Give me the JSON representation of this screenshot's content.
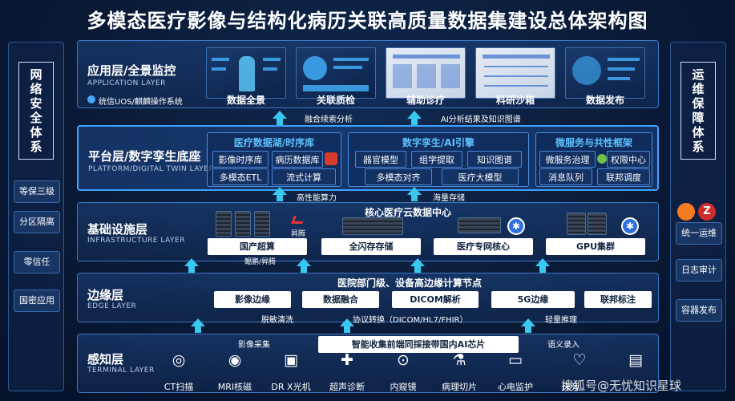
{
  "title": "多模态医疗影像与结构化病历关联高质量数据集建设总体架构图",
  "left_panel": {
    "heading": [
      "网",
      "络",
      "安",
      "全",
      "体",
      "系"
    ],
    "items": [
      "等保三级",
      "分区隔离",
      "零信任",
      "国密应用"
    ]
  },
  "right_panel": {
    "heading": [
      "运",
      "维",
      "保",
      "障",
      "体",
      "系"
    ],
    "items": [
      "统一运维",
      "日志审计",
      "容器发布"
    ]
  },
  "application_layer": {
    "name": "应用层/全景监控",
    "subtitle": "APPLICATION LAYER",
    "os_note": "统信UOS/麒麟操作系统",
    "screens": [
      "数据全景",
      "关联质检",
      "辅助诊疗",
      "科研沙箱",
      "数据发布"
    ]
  },
  "flow_labels": {
    "app_platform_left": "融合续索分析",
    "app_platform_right": "AI分析结果及知识图谱",
    "platform_infra_left": "高性能算力",
    "platform_infra_right": "海量存储",
    "infra_edge_note": "鲲鹏/昇腾",
    "edge_terminal_left": "脱敏清洗",
    "edge_terminal_mid": "协议转换（DICOM/HL7/FHIR）",
    "edge_terminal_right": "轻量推理",
    "terminal_left": "影像采集",
    "terminal_right": "语义录入"
  },
  "platform_layer": {
    "name": "平台层/数字孪生底座",
    "subtitle": "PLATFORM/DIGITAL TWIN LAYER",
    "groups": [
      {
        "title": "医疗数据湖/时序库",
        "items": [
          "影像时序库",
          "病历数据库",
          "多模态ETL",
          "流式计算"
        ]
      },
      {
        "title": "数字孪生/AI引擎",
        "items": [
          "器官模型",
          "组学提取",
          "知识图谱",
          "多模态对齐",
          "医疗大模型"
        ]
      },
      {
        "title": "微服务与共性框架",
        "items": [
          "微服务治理",
          "权限中心",
          "消息队列",
          "联邦调度"
        ]
      }
    ]
  },
  "infra_layer": {
    "name": "基础设施层",
    "subtitle": "INFRASTRUCTURE LAYER",
    "center_label": "核心医疗云数据中心",
    "ascend_label": "昇腾",
    "items": [
      "国产超算",
      "全闪存存储",
      "医疗专网核心",
      "GPU集群"
    ]
  },
  "edge_layer": {
    "name": "边缘层",
    "subtitle": "EDGE LAYER",
    "center_label": "医院部门级、设备高边缘计算节点",
    "items": [
      "影像边缘",
      "数据融合",
      "DICOM解析",
      "5G边缘",
      "联邦标注"
    ]
  },
  "terminal_layer": {
    "name": "感知层",
    "subtitle": "TERMINAL LAYER",
    "center_label": "智能收集前端同採接带国内AI芯片",
    "devices": [
      {
        "label": "CT扫描",
        "icon": "ct-scanner-icon"
      },
      {
        "label": "MRI核磁",
        "icon": "mri-icon"
      },
      {
        "label": "DR X光机",
        "icon": "xray-icon"
      },
      {
        "label": "超声诊断",
        "icon": "ultrasound-icon"
      },
      {
        "label": "内窥镜",
        "icon": "endoscope-icon"
      },
      {
        "label": "病理切片",
        "icon": "microscope-icon"
      },
      {
        "label": "心电监护",
        "icon": "ecg-monitor-icon"
      },
      {
        "label": "床旁",
        "icon": "bedside-icon"
      },
      {
        "label": "",
        "icon": "clipboard-icon"
      }
    ]
  },
  "watermark": "搜狐号@无忧知识星球",
  "colors": {
    "accent": "#38c8f0",
    "group_title": "#5fc3ff",
    "border": "#3e78c4"
  }
}
